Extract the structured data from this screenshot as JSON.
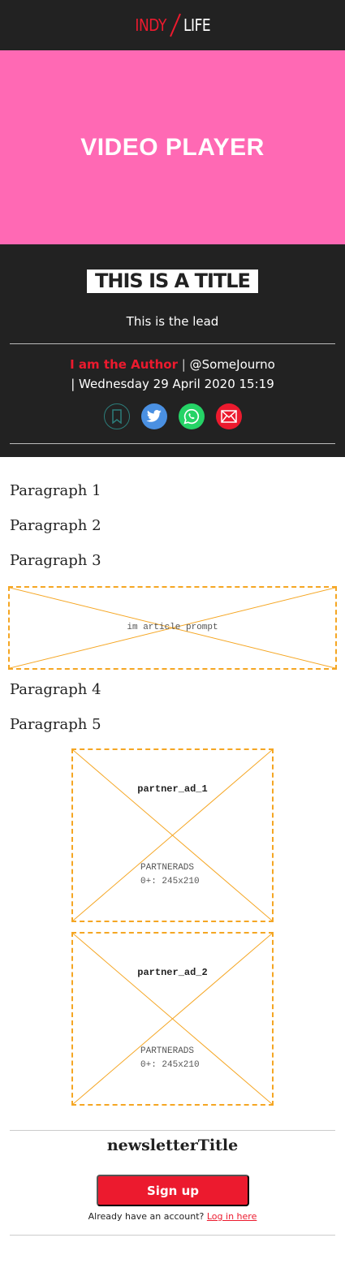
{
  "header": {
    "logo_left": "INDY",
    "logo_right": "LIFE"
  },
  "video": {
    "label": "VIDEO PLAYER"
  },
  "article": {
    "title": "THIS IS A TITLE",
    "lead": "This is the lead",
    "author": "I am the Author",
    "separator": "|",
    "handle": "@SomeJourno",
    "date": "| Wednesday 29 April 2020 15:19",
    "share": [
      "bookmark-icon",
      "twitter-icon",
      "whatsapp-icon",
      "email-icon"
    ],
    "paragraphs": [
      "Paragraph 1",
      "Paragraph 2",
      "Paragraph 3",
      "Paragraph 4",
      "Paragraph 5"
    ]
  },
  "ads": {
    "prompt_label": "im article prompt",
    "partner_1": {
      "name": "partner_ad_1",
      "line1": "PARTNERADS",
      "line2": "0+: 245x210"
    },
    "partner_2": {
      "name": "partner_ad_2",
      "line1": "PARTNERADS",
      "line2": "0+: 245x210"
    }
  },
  "newsletter": {
    "title": "newsletterTitle",
    "signup_label": "Sign up",
    "login_prompt": "Already have an account?",
    "login_link": "Log in here"
  },
  "colors": {
    "brand_red": "#ec1a2e",
    "video_pink": "#ff69b4",
    "dark_bg": "#222222",
    "placeholder_orange": "#f5a623"
  }
}
